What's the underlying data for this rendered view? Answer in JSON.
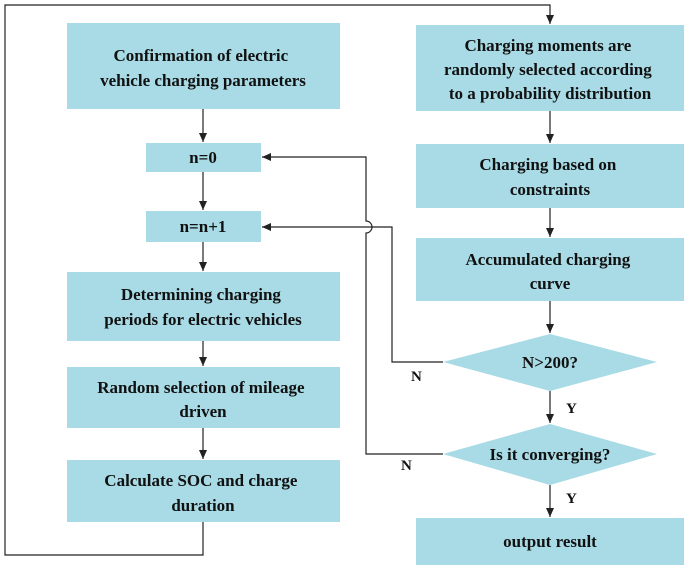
{
  "nodes": {
    "confirm_params": [
      "Confirmation of electric",
      "vehicle charging parameters"
    ],
    "n_init": "n=0",
    "n_inc": "n=n+1",
    "determine_periods": [
      "Determining charging",
      "periods for electric vehicles"
    ],
    "random_mileage": [
      "Random selection of mileage",
      "driven"
    ],
    "calc_soc": [
      "Calculate SOC and charge",
      "duration"
    ],
    "charging_moments": [
      "Charging moments are",
      "randomly selected according",
      "to a probability distribution"
    ],
    "charging_constraints": [
      "Charging based on",
      "constraints"
    ],
    "accumulated_curve": [
      "Accumulated charging",
      "curve"
    ],
    "decision_n": "N>200?",
    "decision_converge": "Is it converging?",
    "output": "output result"
  },
  "edge_labels": {
    "n_no": "N",
    "n_yes": "Y",
    "converge_no": "N",
    "converge_yes": "Y"
  }
}
